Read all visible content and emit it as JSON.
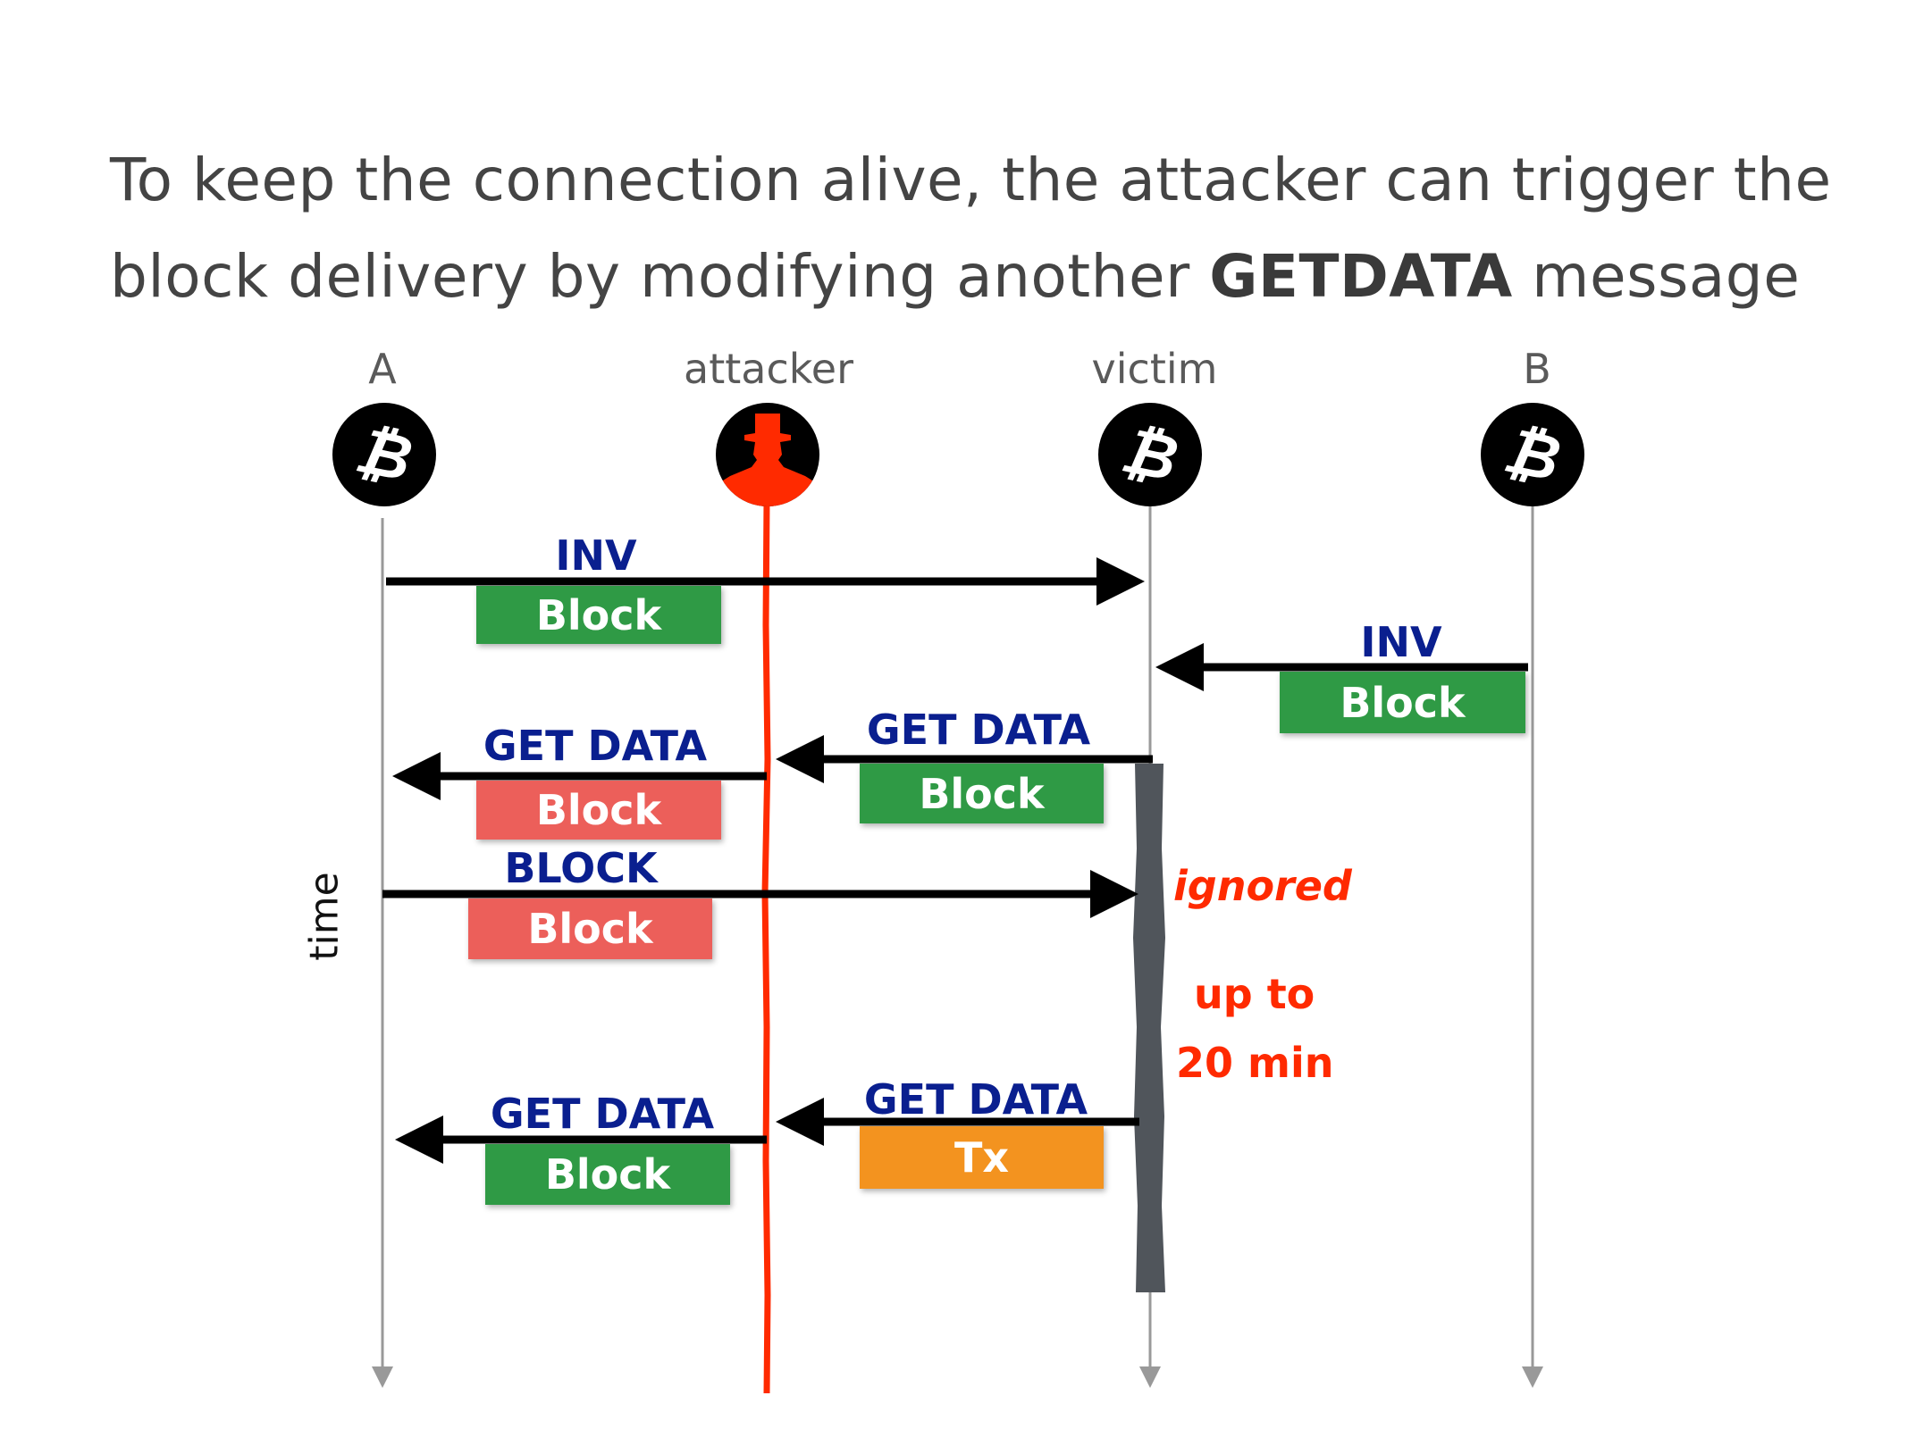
{
  "title": {
    "line1": "To keep the connection alive, the attacker can trigger the",
    "line2_prefix": "block delivery by modifying another ",
    "line2_bold": "GETDATA",
    "line2_suffix": " message"
  },
  "nodes": [
    {
      "label": "A",
      "icon": "bitcoin-icon"
    },
    {
      "label": "attacker",
      "icon": "attacker-hat-icon"
    },
    {
      "label": "victim",
      "icon": "bitcoin-icon"
    },
    {
      "label": "B",
      "icon": "bitcoin-icon"
    }
  ],
  "axis_label": "time",
  "messages": [
    {
      "from": "A",
      "to": "victim",
      "type": "INV",
      "payload": "Block",
      "payload_color": "#2f9a45"
    },
    {
      "from": "B",
      "to": "victim",
      "type": "INV",
      "payload": "Block",
      "payload_color": "#2f9a45"
    },
    {
      "from": "victim",
      "to": "attacker",
      "type": "GET DATA",
      "payload": "Block",
      "payload_color": "#2f9a45"
    },
    {
      "from": "attacker",
      "to": "A",
      "type": "GET DATA",
      "payload": "Block",
      "payload_color": "#ec5f5a"
    },
    {
      "from": "A",
      "to": "victim",
      "type": "BLOCK",
      "payload": "Block",
      "payload_color": "#ec5f5a"
    },
    {
      "from": "victim",
      "to": "attacker",
      "type": "GET DATA",
      "payload": "Tx",
      "payload_color": "#f3931f"
    },
    {
      "from": "attacker",
      "to": "A",
      "type": "GET DATA",
      "payload": "Block",
      "payload_color": "#2f9a45"
    }
  ],
  "notes": {
    "ignored": "ignored",
    "up_to": "up to",
    "duration": "20 min"
  },
  "colors": {
    "label_blue": "#0a1f8f",
    "note_red": "#ff2a00",
    "attacker_red": "#ff2a00",
    "lifeline_gray": "#999999",
    "waiting_bar": "#50555b"
  }
}
